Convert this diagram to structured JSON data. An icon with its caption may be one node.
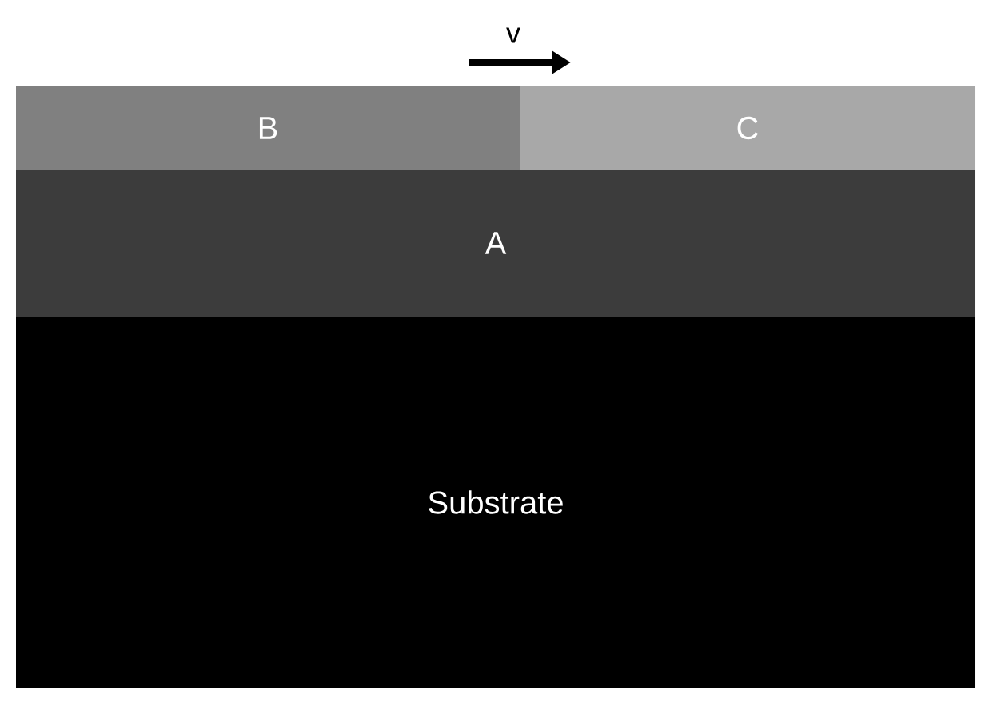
{
  "diagram": {
    "nodes": [
      {
        "text": [
          "B"
        ]
      },
      {
        "text": [
          "C"
        ]
      },
      {
        "text": [
          "A"
        ]
      },
      {
        "text": [
          "Substrate"
        ]
      }
    ],
    "labels": [
      "v"
    ]
  }
}
